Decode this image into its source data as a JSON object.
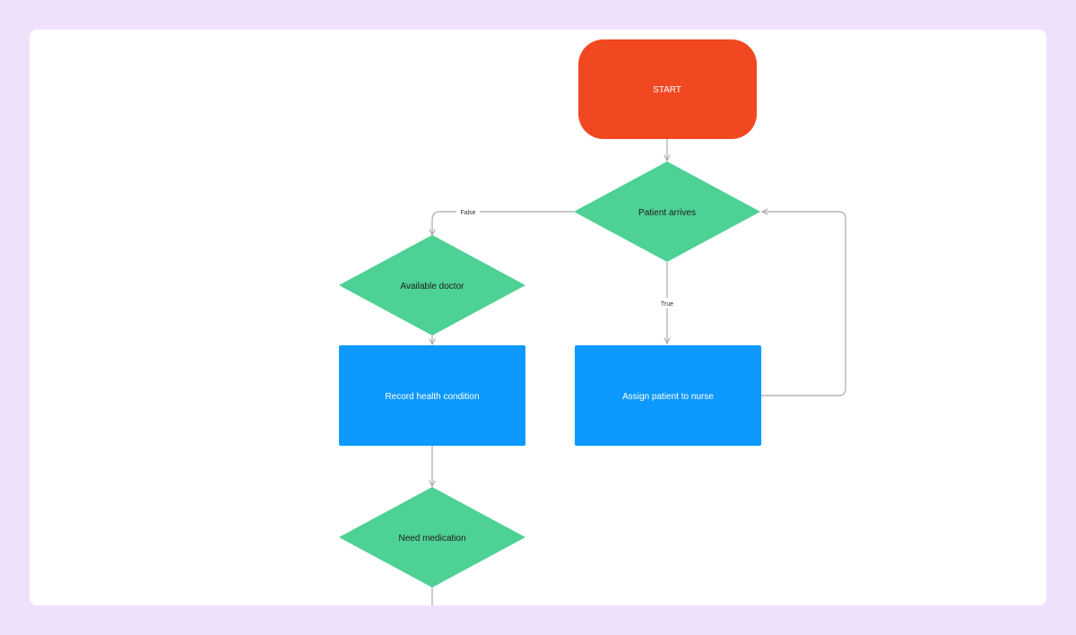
{
  "colors": {
    "background": "#efe1fb",
    "canvas": "#ffffff",
    "start": "#f24822",
    "decision": "#4dd194",
    "process": "#0d99ff",
    "connector": "#a8a8a8"
  },
  "nodes": {
    "start": {
      "label": "START",
      "shape": "rounded-rectangle"
    },
    "patient_arrives": {
      "label": "Patient arrives",
      "shape": "diamond"
    },
    "available_doctor": {
      "label": "Available doctor",
      "shape": "diamond"
    },
    "record_health": {
      "label": "Record health condition",
      "shape": "rectangle"
    },
    "assign_nurse": {
      "label": "Assign patient to nurse",
      "shape": "rectangle"
    },
    "need_medication": {
      "label": "Need medication",
      "shape": "diamond"
    }
  },
  "edges": {
    "false_label": "False",
    "true_label": "True"
  }
}
